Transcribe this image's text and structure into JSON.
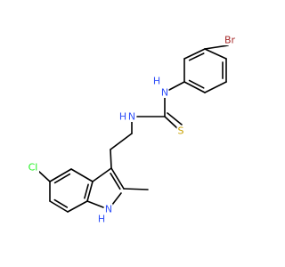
{
  "colors": {
    "bond": "#000000",
    "nitrogen": "#3050f8",
    "bromine": "#a62929",
    "chlorine": "#1ff01f",
    "sulfur": "#c8a000",
    "background": "#ffffff"
  },
  "atoms": [
    {
      "id": "br",
      "symbol": "Br",
      "element": "bromine"
    },
    {
      "id": "n_aryl",
      "symbol": "N",
      "element": "nitrogen"
    },
    {
      "id": "h_aryl",
      "symbol": "H",
      "element": "nitrogen"
    },
    {
      "id": "n_ethyl",
      "symbol": "N",
      "element": "nitrogen"
    },
    {
      "id": "h_ethyl",
      "symbol": "H",
      "element": "nitrogen"
    },
    {
      "id": "s",
      "symbol": "S",
      "element": "sulfur"
    },
    {
      "id": "cl",
      "symbol": "Cl",
      "element": "chlorine"
    },
    {
      "id": "n_indole",
      "symbol": "N",
      "element": "nitrogen"
    },
    {
      "id": "h_indole",
      "symbol": "H",
      "element": "nitrogen"
    }
  ]
}
